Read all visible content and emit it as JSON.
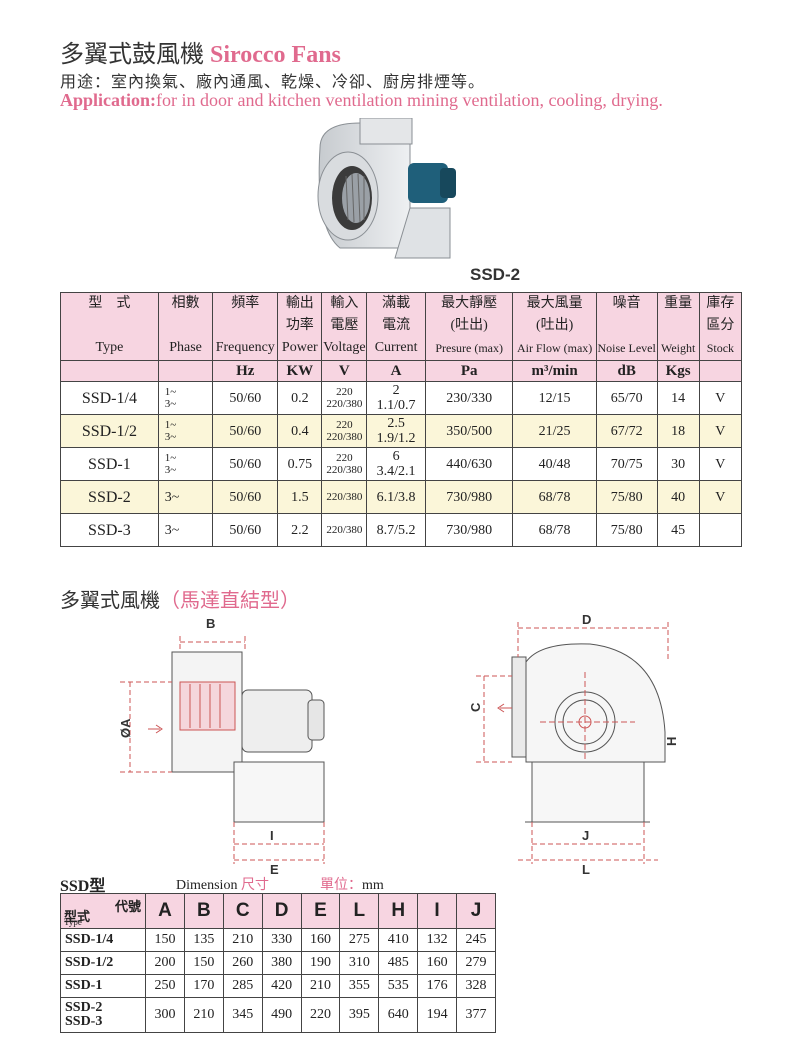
{
  "header": {
    "title_cn": "多翼式鼓風機",
    "title_en": "Sirocco Fans",
    "usage": "用途：室內換氣、廠內通風、乾燥、冷卻、廚房排煙等。",
    "application_label": "Application:",
    "application_text": "for in door and kitchen ventilation mining ventilation, cooling, drying."
  },
  "photo": {
    "model": "SSD-2"
  },
  "spec_table": {
    "headers": [
      {
        "cn": "型　式",
        "en": "Type",
        "unit": ""
      },
      {
        "cn": "相數",
        "en": "Phase",
        "unit": ""
      },
      {
        "cn": "頻率",
        "en": "Frequency",
        "unit": "Hz"
      },
      {
        "cn": "輸出\n功率",
        "en": "Power",
        "unit": "KW"
      },
      {
        "cn": "輸入\n電壓",
        "en": "Voltage",
        "unit": "V"
      },
      {
        "cn": "滿載\n電流",
        "en": "Current",
        "unit": "A"
      },
      {
        "cn": "最大靜壓\n(吐出)",
        "en": "Presure (max)",
        "unit": "Pa"
      },
      {
        "cn": "最大風量\n(吐出)",
        "en": "Air Flow (max)",
        "unit": "m³/min"
      },
      {
        "cn": "噪音",
        "en": "Noise Level",
        "unit": "dB"
      },
      {
        "cn": "重量",
        "en": "Weight",
        "unit": "Kgs"
      },
      {
        "cn": "庫存\n區分",
        "en": "Stock",
        "unit": ""
      }
    ],
    "rows": [
      {
        "type": "SSD-1/4",
        "phase": [
          "1~",
          "3~"
        ],
        "freq": "50/60",
        "power": "0.2",
        "voltage": [
          "220",
          "220/380"
        ],
        "current": [
          "2",
          "1.1/0.7"
        ],
        "pressure": "230/330",
        "airflow": "12/15",
        "noise": "65/70",
        "weight": "14",
        "stock": "V"
      },
      {
        "type": "SSD-1/2",
        "phase": [
          "1~",
          "3~"
        ],
        "freq": "50/60",
        "power": "0.4",
        "voltage": [
          "220",
          "220/380"
        ],
        "current": [
          "2.5",
          "1.9/1.2"
        ],
        "pressure": "350/500",
        "airflow": "21/25",
        "noise": "67/72",
        "weight": "18",
        "stock": "V"
      },
      {
        "type": "SSD-1",
        "phase": [
          "1~",
          "3~"
        ],
        "freq": "50/60",
        "power": "0.75",
        "voltage": [
          "220",
          "220/380"
        ],
        "current": [
          "6",
          "3.4/2.1"
        ],
        "pressure": "440/630",
        "airflow": "40/48",
        "noise": "70/75",
        "weight": "30",
        "stock": "V"
      },
      {
        "type": "SSD-2",
        "phase": [
          "3~"
        ],
        "freq": "50/60",
        "power": "1.5",
        "voltage": [
          "220/380"
        ],
        "current": [
          "6.1/3.8"
        ],
        "pressure": "730/980",
        "airflow": "68/78",
        "noise": "75/80",
        "weight": "40",
        "stock": "V"
      },
      {
        "type": "SSD-3",
        "phase": [
          "3~"
        ],
        "freq": "50/60",
        "power": "2.2",
        "voltage": [
          "220/380"
        ],
        "current": [
          "8.7/5.2"
        ],
        "pressure": "730/980",
        "airflow": "68/78",
        "noise": "75/80",
        "weight": "45",
        "stock": ""
      }
    ]
  },
  "sub_title": {
    "main": "多翼式風機",
    "paren": "（馬達直結型）"
  },
  "drawing_labels": {
    "B": "B",
    "A": "ØA",
    "I": "I",
    "E": "E",
    "D": "D",
    "C": "C",
    "H": "H",
    "J": "J",
    "L": "L"
  },
  "dimension": {
    "ssd_type": "SSD型",
    "label": "Dimension",
    "label_cn": "尺寸",
    "unit_cn": "單位：",
    "unit": "mm",
    "corner_code": "代號",
    "corner_type_cn": "型式",
    "corner_type_en": "Type",
    "columns": [
      "A",
      "B",
      "C",
      "D",
      "E",
      "L",
      "H",
      "I",
      "J"
    ],
    "rows": [
      {
        "type": [
          "SSD-1/4"
        ],
        "values": [
          "150",
          "135",
          "210",
          "330",
          "160",
          "275",
          "410",
          "132",
          "245"
        ]
      },
      {
        "type": [
          "SSD-1/2"
        ],
        "values": [
          "200",
          "150",
          "260",
          "380",
          "190",
          "310",
          "485",
          "160",
          "279"
        ]
      },
      {
        "type": [
          "SSD-1"
        ],
        "values": [
          "250",
          "170",
          "285",
          "420",
          "210",
          "355",
          "535",
          "176",
          "328"
        ]
      },
      {
        "type": [
          "SSD-2",
          "SSD-3"
        ],
        "values": [
          "300",
          "210",
          "345",
          "490",
          "220",
          "395",
          "640",
          "194",
          "377"
        ]
      }
    ]
  }
}
